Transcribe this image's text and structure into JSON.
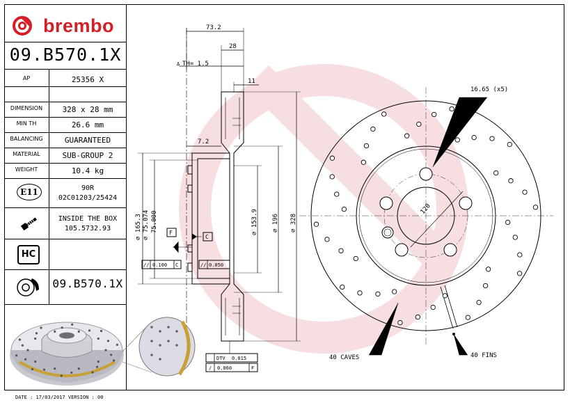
{
  "brand": {
    "name": "brembo"
  },
  "part": {
    "code": "09.B570.1X",
    "code_bottom": "09.B570.1X"
  },
  "specs": [
    {
      "key": "AP",
      "value": "25356 X"
    },
    {
      "key": "DIMENSION",
      "value": "328 x 28 mm"
    },
    {
      "key": "MIN TH",
      "value": "26.6 mm"
    },
    {
      "key": "BALANCING",
      "value": "GUARANTEED"
    },
    {
      "key": "MATERIAL",
      "value": "SUB-GROUP 2"
    },
    {
      "key": "WEIGHT",
      "value": "10.4 kg"
    }
  ],
  "approval": {
    "badge": "E11",
    "line1": "90R",
    "line2": "02C01203/25424"
  },
  "inside_box": {
    "line1": "INSIDE THE BOX",
    "line2": "105.5732.93"
  },
  "hc_badge": "HC",
  "dimensions": {
    "top_width": "73.2",
    "thickness": "28",
    "th": "TH= 1.5",
    "th_marker": "Δ",
    "offset_11": "11",
    "offset_7_2": "7.2",
    "d165": "⌀ 165.3",
    "d75_074": "⌀ 75.074",
    "d75_000": "75.000",
    "d153": "⌀ 153.9",
    "d196": "⌀ 196",
    "d328": "⌀ 328",
    "holes": "16.65 (x5)",
    "pcd": "120",
    "caves": "40 CAVES",
    "fins": "40 FINS",
    "label_f": "F",
    "label_c": "C"
  },
  "tolerances": {
    "tol1_value": "0.100",
    "tol1_ref": "C",
    "tol2_value": "0.050",
    "dtv_label": "DTV",
    "dtv_value": "0.015",
    "runout_value": "0.060",
    "runout_ref": "F",
    "runout_symbol": "/",
    "tol_symbol": "//"
  },
  "footer": "DATE : 17/03/2017 VERSION : 00",
  "colors": {
    "brand_red": "#d41f26",
    "watermark": "#f7d6d8",
    "dot_fill": "#e9d08f"
  }
}
